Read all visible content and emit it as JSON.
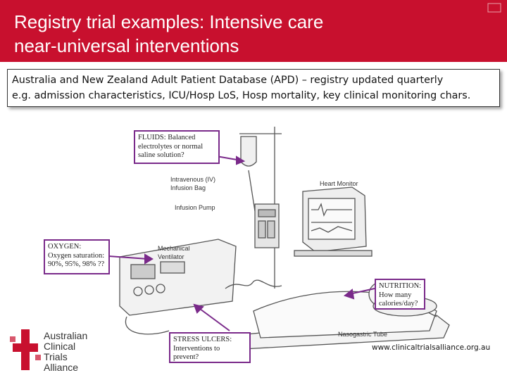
{
  "slide": {
    "title_line1": "Registry trial examples: Intensive care",
    "title_line2": "near-universal interventions",
    "description_line1": "Australia and New Zealand Adult Patient Database (APD) – registry updated quarterly",
    "description_line2": "e.g. admission characteristics, ICU/Hosp LoS, Hosp mortality, key clinical monitoring chars.",
    "website": "www.clinicaltrialsalliance.org.au"
  },
  "callouts": {
    "fluids": [
      "FLUIDS: Balanced",
      "electrolytes or normal",
      "saline solution?"
    ],
    "oxygen": [
      "OXYGEN:",
      "Oxygen saturation:",
      "90%, 95%, 98% ??"
    ],
    "nutrition": [
      "NUTRITION:",
      "How many",
      "calories/day?"
    ],
    "stress": [
      "STRESS ULCERS:",
      "Interventions to",
      "prevent?"
    ]
  },
  "illustration_labels": {
    "iv_bag_1": "Intravenous (IV)",
    "iv_bag_2": "Infusion Bag",
    "heart_monitor": "Heart Monitor",
    "infusion_pump": "Infusion Pump",
    "ventilator_1": "Mechanical",
    "ventilator_2": "Ventilator",
    "ng_tube": "Nasogastric Tube"
  },
  "logo": {
    "line1": "Australian",
    "line2": "Clinical",
    "line3": "Trials",
    "line4": "Alliance"
  },
  "colors": {
    "header": "#c8102e",
    "callout_border": "#7a2a8a",
    "arrow": "#7a2a8a",
    "logo": "#c8102e"
  }
}
